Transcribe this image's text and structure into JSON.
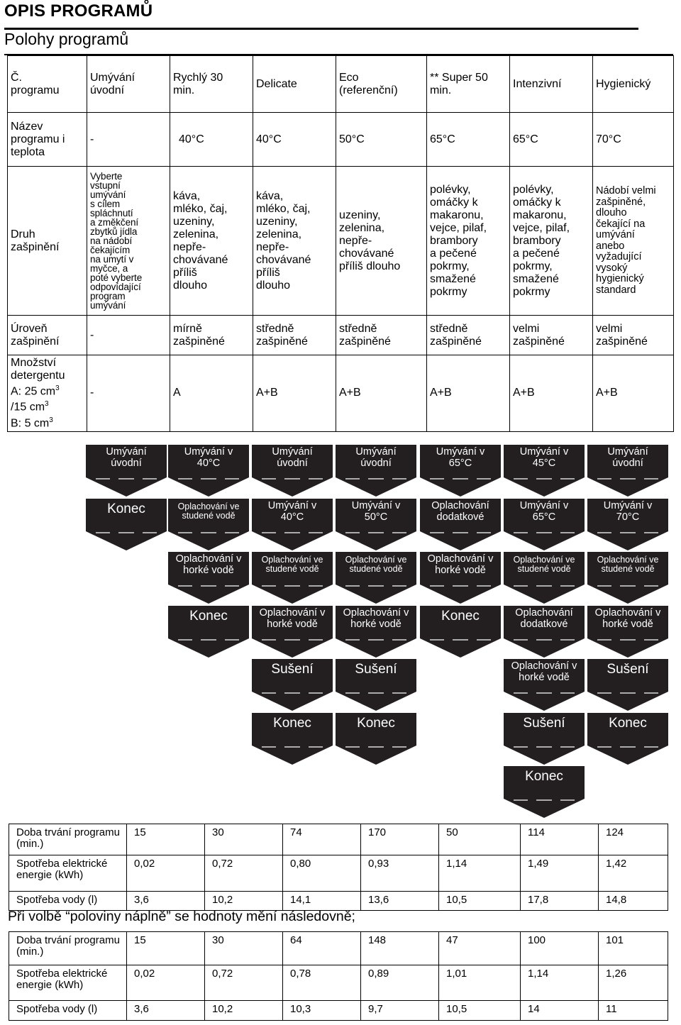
{
  "title": "OPIS PROGRAMŮ",
  "subtitle": "Polohy programů",
  "table": {
    "row_number": {
      "label": "Č.\nprogramu",
      "cells": [
        "Umývání\núvodní",
        "Rychlý 30\nmin.",
        "Delicate",
        "Eco\n(referenční)",
        "** Super 50\nmin.",
        "Intenzivní",
        "Hygienický"
      ]
    },
    "row_name": {
      "label": "Název\nprogramu i\nteplota",
      "cells": [
        "-",
        "40°C",
        "40°C",
        "50°C",
        "65°C",
        "65°C",
        "70°C"
      ]
    },
    "row_type": {
      "label": "Druh\nzašpinění",
      "cells": [
        "Vyberte\nvstupní\numývání\ns cílem\nspláchnutí\na změkčení\nzbytků jídla\nna nádobí\nčekajícím\nna umytí v\nmyčce, a\npoté vyberte\nodpovídající\nprogram\numývání",
        "káva,\nmléko, čaj,\nuzeniny,\nzelenina,\nnepře-\nchovávané\npříliš\ndlouho",
        "káva,\nmléko, čaj,\nuzeniny,\nzelenina,\nnepře-\nchovávané\npříliš\ndlouho",
        "uzeniny,\nzelenina,\nnepře-\nchovávané\npříliš dlouho",
        "polévky,\nomáčky k\nmakaronu,\nvejce, pilaf,\nbrambory\na pečené\npokrmy,\nsmažené\npokrmy",
        "polévky,\nomáčky k\nmakaronu,\nvejce, pilaf,\nbrambory\na pečené\npokrmy,\nsmažené\npokrmy",
        "Nádobí velmi\nzašpiněné,\ndlouho\nčekající na\numývání\nanebo\nvyžadující\nvysoký\nhygienický\nstandard"
      ]
    },
    "row_level": {
      "label": "Úroveň\nzašpinění",
      "cells": [
        "-",
        "mírně\nzašpiněné",
        "středně\nzašpiněné",
        "středně\nzašpiněné",
        "středně\nzašpiněné",
        "velmi\nzašpiněné",
        "velmi\nzašpiněné"
      ]
    },
    "row_detergent": {
      "label_lines": [
        "Množství",
        "detergentu",
        "A: 25 cm",
        "3",
        "/15 cm",
        "3",
        "B: 5 cm",
        "3"
      ],
      "cells": [
        "-",
        "A",
        "A+B",
        "A+B",
        "A+B",
        "A+B",
        "A+B"
      ]
    }
  },
  "flow_columns": [
    [
      "Umývání\núvodní",
      "Konec"
    ],
    [
      "Umývání v\n40°C",
      "Oplachování ve\nstudené vodě",
      "Oplachování v\nhorké vodě",
      "Konec"
    ],
    [
      "Umývání\núvodní",
      "Umývání v\n40°C",
      "Oplachování ve\nstudené vodě",
      "Oplachování v\nhorké vodě",
      "Sušení",
      "Konec"
    ],
    [
      "Umývání\núvodní",
      "Umývání v\n50°C",
      "Oplachování ve\nstudené vodě",
      "Oplachování v\nhorké vodě",
      "Sušení",
      "Konec"
    ],
    [
      "Umývání v\n65°C",
      "Oplachování\ndodatkové",
      "Oplachování v\nhorké vodě",
      "Konec"
    ],
    [
      "Umývání v\n45°C",
      "Umývání v\n65°C",
      "Oplachování ve\nstudené vodě",
      "Oplachování\ndodatkové",
      "Oplachování v\nhorké vodě",
      "Sušení",
      "Konec"
    ],
    [
      "Umývání\núvodní",
      "Umývání v\n70°C",
      "Oplachování ve\nstudené vodě",
      "Oplachování v\nhorké vodě",
      "Sušení",
      "Konec"
    ]
  ],
  "stats_full": {
    "rows": [
      {
        "label": "Doba trvání programu\n(min.)",
        "values": [
          "15",
          "30",
          "74",
          "170",
          "50",
          "114",
          "124"
        ]
      },
      {
        "label": "Spotřeba elektrické\nenergie (kWh)",
        "values": [
          "0,02",
          "0,72",
          "0,80",
          "0,93",
          "1,14",
          "1,49",
          "1,42"
        ]
      },
      {
        "label": "Spotřeba vody (l)",
        "values": [
          "3,6",
          "10,2",
          "14,1",
          "13,6",
          "10,5",
          "17,8",
          "14,8"
        ]
      }
    ]
  },
  "half_load_note": "Při volbě “poloviny náplně” se hodnoty mění následovně;",
  "stats_half": {
    "rows": [
      {
        "label": "Doba trvání programu\n(min.)",
        "values": [
          "15",
          "30",
          "64",
          "148",
          "47",
          "100",
          "101"
        ]
      },
      {
        "label": "Spotřeba elektrické\nenergie (kWh)",
        "values": [
          "0,02",
          "0,72",
          "0,78",
          "0,89",
          "1,01",
          "1,14",
          "1,26"
        ]
      },
      {
        "label": "Spotřeba vody (l)",
        "values": [
          "3,6",
          "10,2",
          "10,3",
          "9,7",
          "10,5",
          "14",
          "11"
        ]
      }
    ]
  },
  "colors": {
    "flow_box": "#231f20",
    "text": "#000000",
    "background": "#ffffff"
  }
}
